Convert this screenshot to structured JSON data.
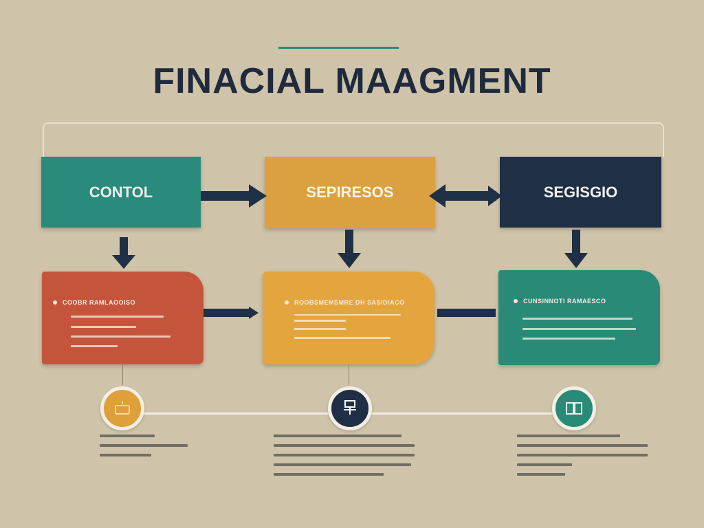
{
  "title": "FINACIAL MAAGMENT",
  "boxes": [
    {
      "label": "CONTOL"
    },
    {
      "label": "SEPIRESOS"
    },
    {
      "label": "SEGISGIO"
    }
  ],
  "cards": [
    {
      "header": "COOBR RAMLAOOISO"
    },
    {
      "header": "ROOBSMEMSMRE DH SASIDIACO"
    },
    {
      "header": "CUNSINNOTI RAMAESCO"
    }
  ],
  "colors": {
    "background": "#cfc3a9",
    "teal": "#2a8a78",
    "orange": "#dba03f",
    "navy": "#1f2f45",
    "red": "#c4553c"
  },
  "icons": [
    "coffee-cup-icon",
    "computer-user-icon",
    "book-icon"
  ]
}
